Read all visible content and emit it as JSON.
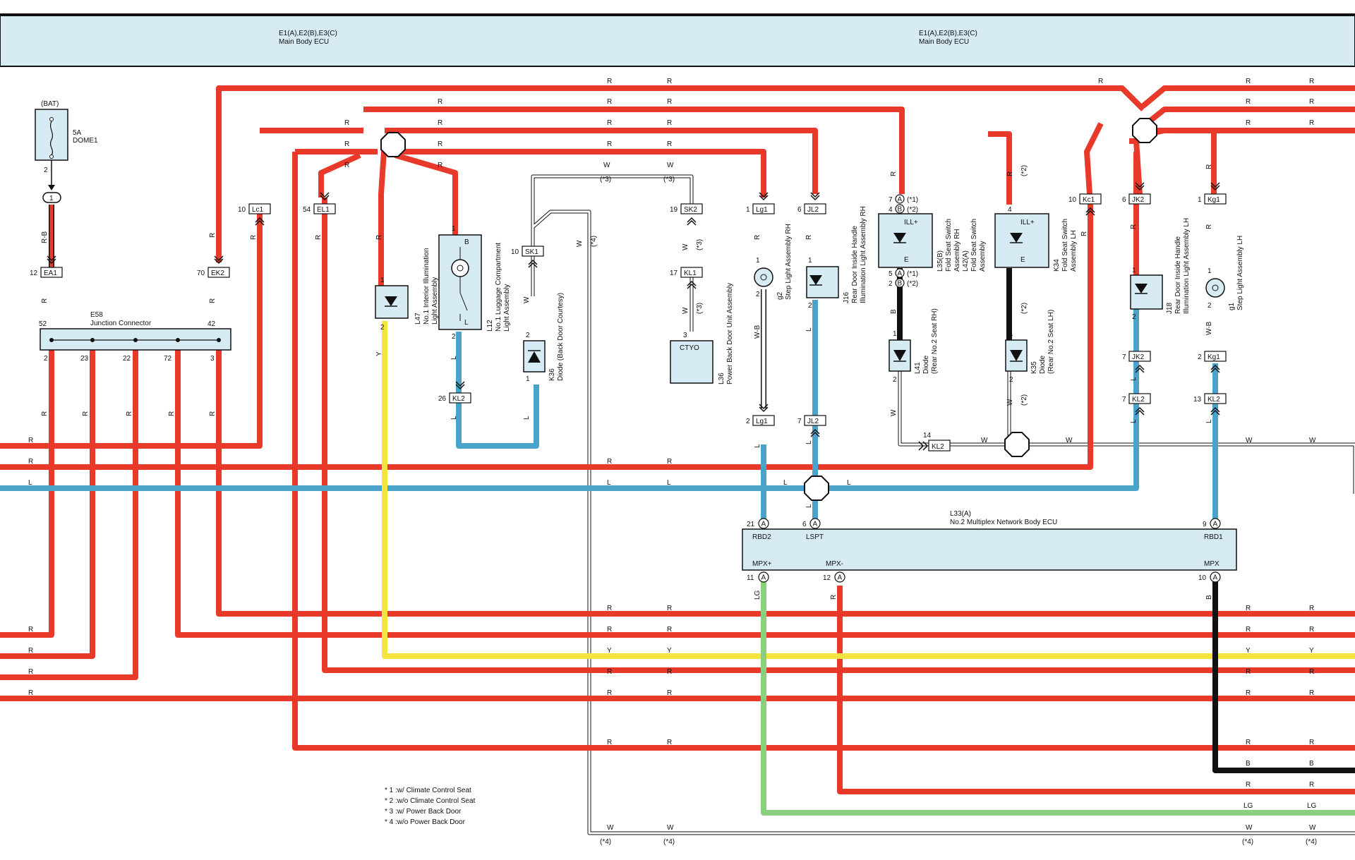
{
  "colors": {
    "R": "#e8392b",
    "L": "#4aa3c9",
    "Y": "#f4e442",
    "LG": "#8ccf7e",
    "B": "#111111",
    "W": "#ffffff",
    "component_fill": "#d6ebf3",
    "header_fill": "#d6ebf3"
  },
  "header": {
    "left": {
      "code": "E1(A),E2(B),E3(C)",
      "name": "Main Body ECU"
    },
    "right": {
      "code": "E1(A),E2(B),E3(C)",
      "name": "Main Body ECU"
    }
  },
  "fuse": {
    "source": "(BAT)",
    "rating": "5A",
    "name": "DOME1",
    "pin": "2",
    "splice": "1"
  },
  "junction": {
    "code": "E58",
    "name": "Junction Connector",
    "top_pins": [
      "52",
      "42"
    ],
    "bottom_pins": [
      "2",
      "23",
      "22",
      "72",
      "3"
    ]
  },
  "connectors": {
    "EA1": {
      "name": "EA1",
      "pin": "12"
    },
    "EK2": {
      "name": "EK2",
      "pin": "70"
    },
    "Lc1": {
      "name": "Lc1",
      "pin": "10"
    },
    "EL1": {
      "name": "EL1",
      "pin": "54"
    },
    "KL2a": {
      "name": "KL2",
      "pin": "26"
    },
    "SK1": {
      "name": "SK1",
      "pin": "10"
    },
    "SK2": {
      "name": "SK2",
      "pin": "19"
    },
    "KL1": {
      "name": "KL1",
      "pin": "17"
    },
    "Lg1a": {
      "name": "Lg1",
      "pin": "1"
    },
    "Lg1b": {
      "name": "Lg1",
      "pin": "2"
    },
    "JL2a": {
      "name": "JL2",
      "pin": "6"
    },
    "JL2b": {
      "name": "JL2",
      "pin": "7"
    },
    "KL2b": {
      "name": "KL2",
      "pin": "14"
    },
    "Kc1": {
      "name": "Kc1",
      "pin": "10"
    },
    "JK2a": {
      "name": "JK2",
      "pin": "6"
    },
    "JK2b": {
      "name": "JK2",
      "pin": "7"
    },
    "KL2c": {
      "name": "KL2",
      "pin": "7"
    },
    "Kg1a": {
      "name": "Kg1",
      "pin": "1"
    },
    "Kg1b": {
      "name": "Kg1",
      "pin": "2"
    },
    "KL2d": {
      "name": "KL2",
      "pin": "13"
    }
  },
  "components": {
    "L47": {
      "code": "L47",
      "name1": "No.1 Interior Illumination",
      "name2": "Light Assembly"
    },
    "L12": {
      "code": "L12",
      "name1": "No.1 Luggage Compartment",
      "name2": "Light Assembly",
      "pin_b": "B",
      "pin_l": "L"
    },
    "K36": {
      "code": "K36",
      "name1": "Diode (Back Door Courtesy)"
    },
    "L36": {
      "code": "L36",
      "name1": "Power Back Door Unit Assembly",
      "pin": "CTYO"
    },
    "g2": {
      "code": "g2",
      "name1": "Step Light Assembly RH"
    },
    "J16": {
      "code": "J16",
      "name1": "Rear Door Inside Handle",
      "name2": "Illumination Light Assembly RH"
    },
    "L35": {
      "code": "L35(B)",
      "name1": "Fold Seat Switch",
      "name2": "Assembly RH",
      "code2": "L42(A)",
      "name3": "Fold Seat Switch",
      "name4": "Assembly",
      "ill": "ILL+",
      "e": "E"
    },
    "L41": {
      "code": "L41",
      "name1": "Diode",
      "name2": "(Rear No.2 Seat RH)"
    },
    "K34": {
      "code": "K34",
      "name1": "Fold Seat Switch",
      "name2": "Assembly LH",
      "ill": "ILL+",
      "e": "E"
    },
    "K35": {
      "code": "K35",
      "name1": "Diode",
      "name2": "(Rear No.2 Seat LH)"
    },
    "J18": {
      "code": "J18",
      "name1": "Rear Door Inside Handle",
      "name2": "Illumination Light Assembly LH"
    },
    "g1": {
      "code": "g1",
      "name1": "Step Light Assembly LH"
    }
  },
  "ecu": {
    "code": "L33(A)",
    "name": "No.2 Multiplex Network Body ECU",
    "top": [
      {
        "pin": "21",
        "label": "RBD2"
      },
      {
        "pin": "6",
        "label": "LSPT"
      },
      {
        "pin": "9",
        "label": "RBD1"
      }
    ],
    "bottom": [
      {
        "pin": "11",
        "label": "MPX+"
      },
      {
        "pin": "12",
        "label": "MPX-"
      },
      {
        "pin": "10",
        "label": "MPX"
      }
    ],
    "terminal": "A"
  },
  "notes": [
    "* 1 :w/ Climate Control Seat",
    "* 2 :w/o Climate Control Seat",
    "* 3 :w/ Power Back Door",
    "* 4 :w/o Power Back Door"
  ],
  "wire_labels": {
    "R": "R",
    "L": "L",
    "Y": "Y",
    "W": "W",
    "B": "B",
    "LG": "LG",
    "RB": "R-B",
    "WB": "W-B",
    "n1": "(*1)",
    "n2": "(*2)",
    "n3": "(*3)",
    "n4": "(*4)"
  }
}
